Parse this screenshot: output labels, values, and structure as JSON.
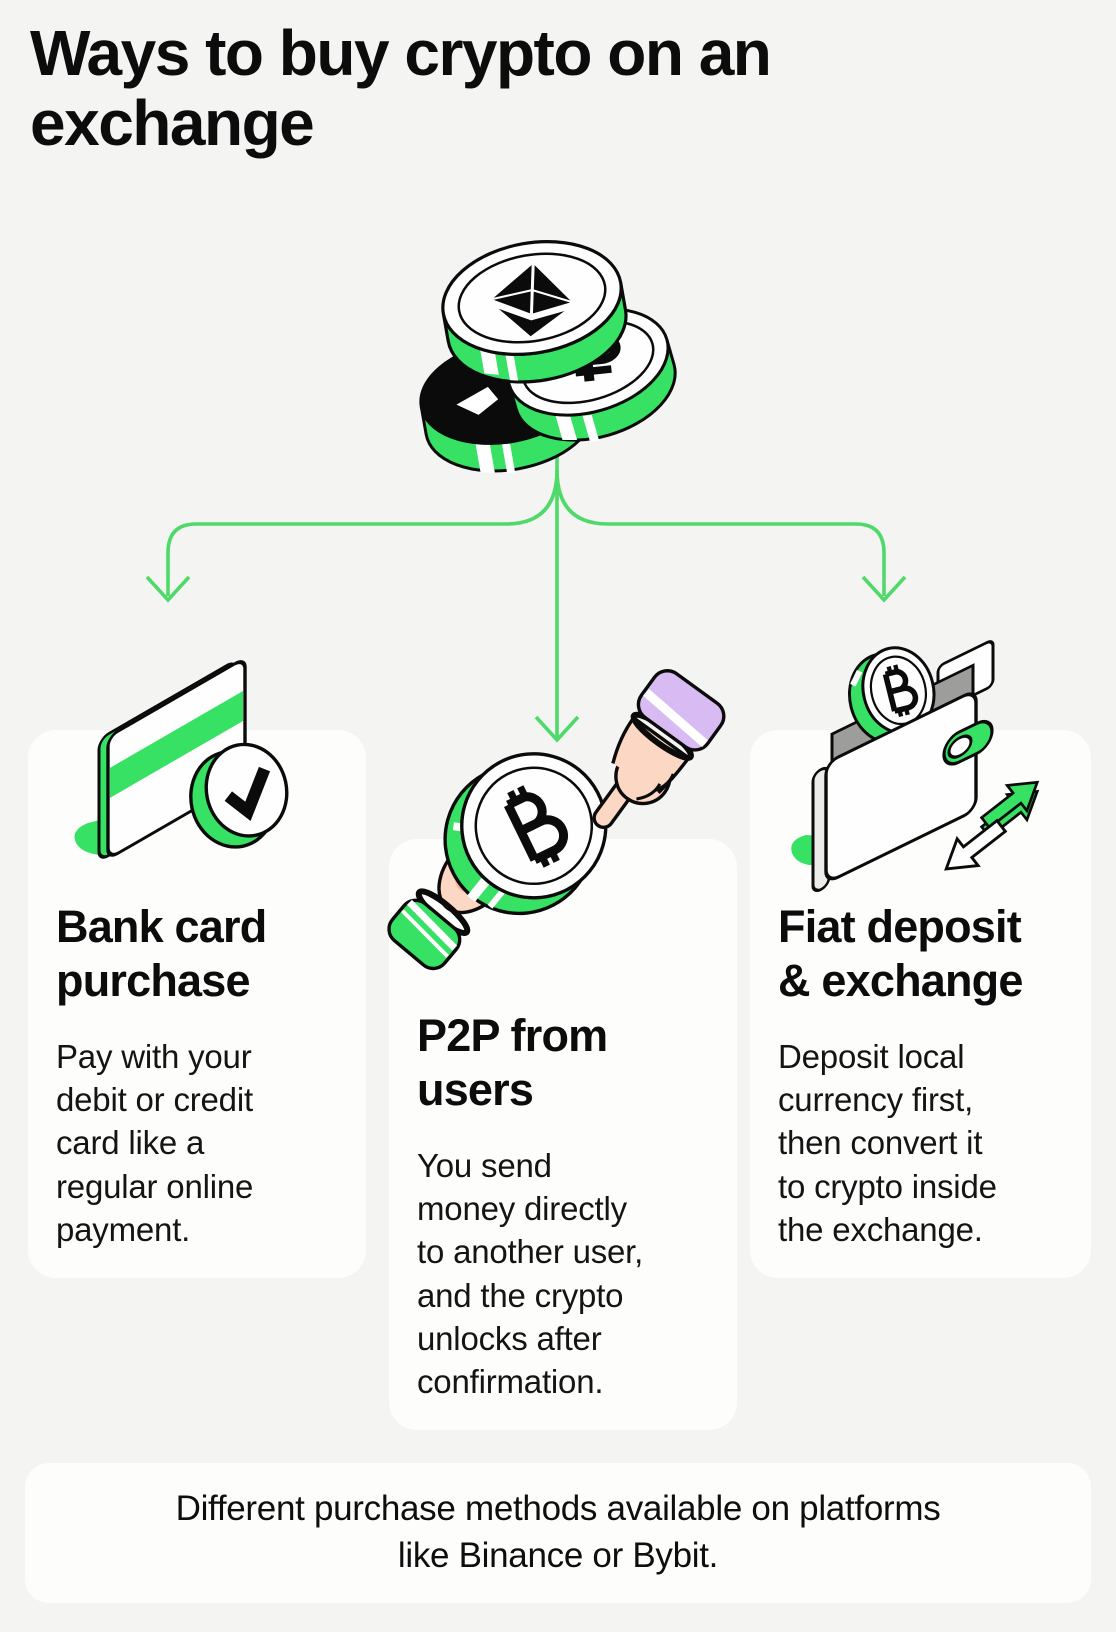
{
  "title": "Ways to buy crypto on an\nexchange",
  "colors": {
    "background": "#f4f4f2",
    "panel": "#fdfdfc",
    "accent_green": "#37e163",
    "arrow_green": "#4fd968",
    "outline_black": "#0b0b0b",
    "skin": "#fcd8c4",
    "skin_shadow": "#f6b49b",
    "purple_cuff": "#d8bbf2",
    "wallet_slot_gray": "#9d9d9b"
  },
  "icons": {
    "top": "crypto-coins-stack-icon",
    "bank": "bank-card-check-icon",
    "p2p": "hands-exchanging-coin-icon",
    "fiat": "wallet-deposit-exchange-icon",
    "connector": "branching-arrows"
  },
  "cards": [
    {
      "id": "bank-card",
      "title": "Bank card\npurchase",
      "body": "Pay with your\ndebit or credit\ncard like a\nregular online\npayment."
    },
    {
      "id": "p2p",
      "title": "P2P from\nusers",
      "body": "You send\nmoney directly\nto another user,\nand the crypto\nunlocks after\nconfirmation."
    },
    {
      "id": "fiat",
      "title": "Fiat deposit\n& exchange",
      "body": "Deposit local\ncurrency first,\nthen convert it\nto crypto inside\nthe exchange."
    }
  ],
  "footer": {
    "note": "Different purchase methods available on platforms\nlike Binance or Bybit."
  }
}
